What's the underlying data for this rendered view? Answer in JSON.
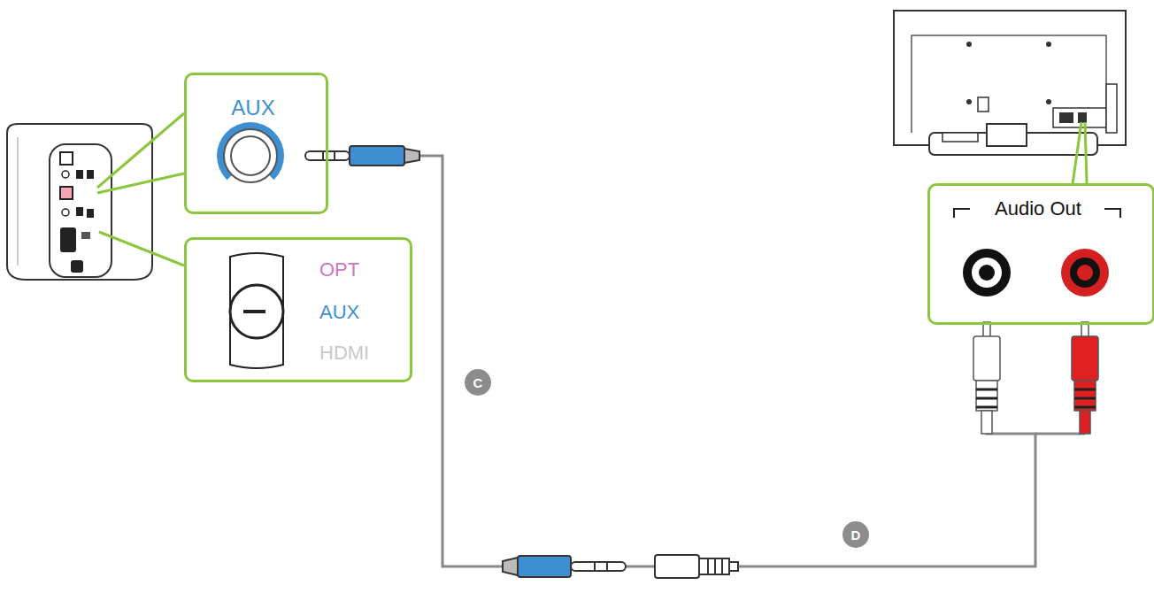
{
  "diagram": {
    "nodes": [
      {
        "text": [
          "AUX"
        ]
      },
      {
        "text": [
          "OPT",
          "AUX",
          "HDMI"
        ]
      },
      {
        "text": [
          "Audio Out"
        ]
      }
    ],
    "edges": [
      {
        "from": 0,
        "to": 2,
        "arrow": "none"
      }
    ],
    "labels": [
      "C",
      "D"
    ]
  }
}
